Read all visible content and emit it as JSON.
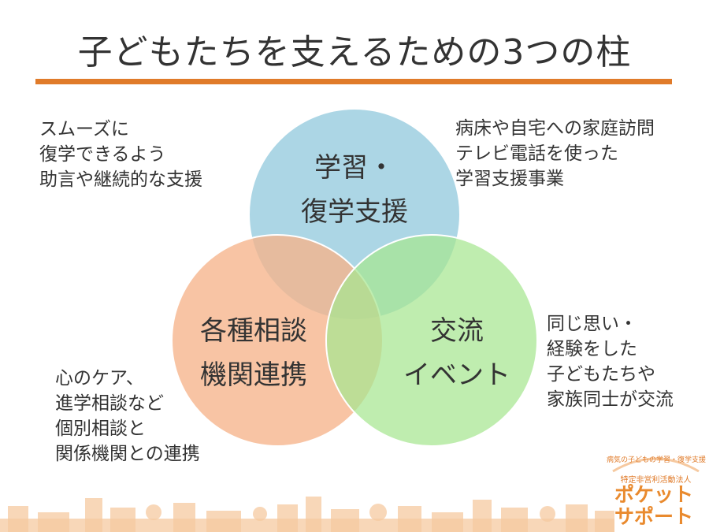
{
  "title": "子どもたちを支えるための3つの柱",
  "colors": {
    "accent": "#e07b2a",
    "circle_top": "#9dcfe1",
    "circle_left": "#f6b48a",
    "circle_right": "#a6e690",
    "logo": "#e98a2e"
  },
  "circles": {
    "top": {
      "line1": "学習・",
      "line2": "復学支援"
    },
    "left": {
      "line1": "各種相談",
      "line2": "機関連携"
    },
    "right": {
      "line1": "交流",
      "line2": "イベント"
    }
  },
  "descriptions": {
    "top_left": [
      "スムーズに",
      "復学できるよう",
      "助言や継続的な支援"
    ],
    "top_right": [
      "病床や自宅への家庭訪問",
      "テレビ電話を使った",
      "学習支援事業"
    ],
    "bottom_left": [
      "心のケア、",
      "進学相談など",
      "個別相談と",
      "関係機関との連携"
    ],
    "bottom_right": [
      "同じ思い・",
      "経験をした",
      "子どもたちや",
      "家族同士が交流"
    ]
  },
  "logo": {
    "tagline": "病気の子どもの学習・復学支援",
    "org": "特定非営利活動法人",
    "name_line1": "ポケット",
    "name_line2": "サポート"
  }
}
